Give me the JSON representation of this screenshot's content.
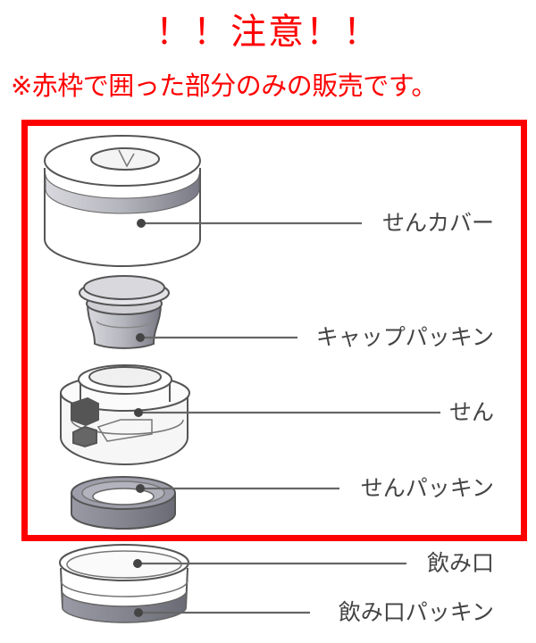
{
  "notice": {
    "title": "！！注意！！",
    "subtitle": "※赤枠で囲った部分のみの販売です。",
    "color": "#ff0000"
  },
  "frame": {
    "color": "#ff0000",
    "description": "red frame around parts sold"
  },
  "parts": [
    {
      "id": "sen-cover",
      "label": "せんカバー",
      "in_frame": true
    },
    {
      "id": "cap-packing",
      "label": "キャップパッキン",
      "in_frame": true
    },
    {
      "id": "sen",
      "label": "せん",
      "in_frame": true
    },
    {
      "id": "sen-packing",
      "label": "せんパッキン",
      "in_frame": true
    },
    {
      "id": "nomikuchi",
      "label": "飲み口",
      "in_frame": false
    },
    {
      "id": "nomikuchi-packing",
      "label": "飲み口パッキン",
      "in_frame": false
    }
  ]
}
